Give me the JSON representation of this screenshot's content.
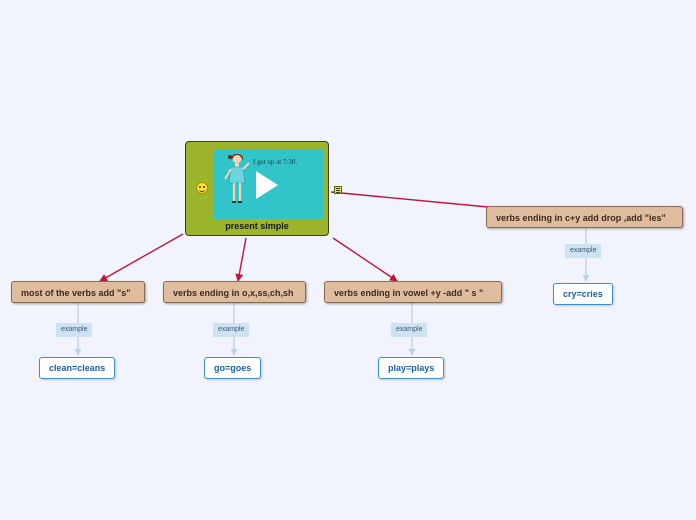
{
  "central": {
    "title": "present simple",
    "video_caption": "I get up at 7:30.",
    "icons": [
      "smiley-icon",
      "play-icon",
      "note-icon"
    ]
  },
  "branches": [
    {
      "topic": "most of the verbs add \"s\"",
      "link_label": "example",
      "example": "clean=cleans"
    },
    {
      "topic": "verbs ending in o,x,ss,ch,sh",
      "link_label": "example",
      "example": "go=goes"
    },
    {
      "topic": "verbs ending in vowel +y -add \" s \"",
      "link_label": "example",
      "example": "play=plays"
    },
    {
      "topic": "verbs ending in c+y add drop ,add \"ies\"",
      "link_label": "example",
      "example": "cry=cries"
    }
  ],
  "colors": {
    "background": "#f1f4fc",
    "central_fill": "#9db52c",
    "topic_fill": "#e0bc9f",
    "connector": "#c0143c",
    "leaf_border": "#3b8fcf",
    "label_fill": "#cde2f2"
  }
}
